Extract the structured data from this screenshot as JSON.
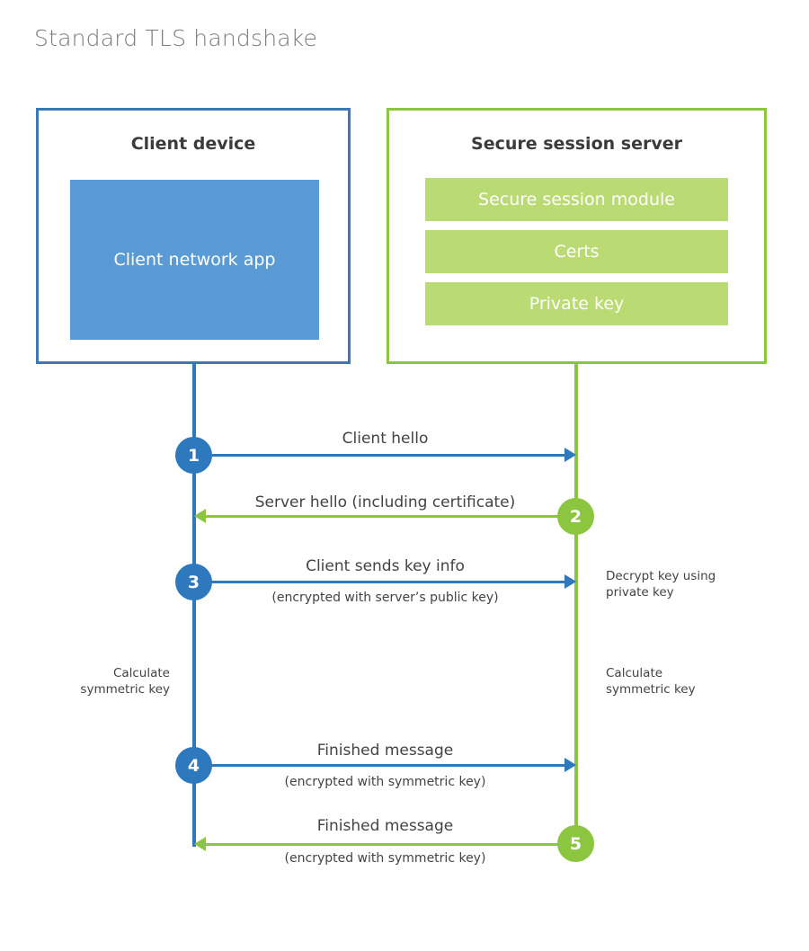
{
  "title": "Standard TLS handshake",
  "colors": {
    "client_border": "#3c78b5",
    "client_fill": "#5b9bd5",
    "client_line": "#2e79bd",
    "server_border": "#8cc641",
    "server_fill": "#bada74",
    "server_line": "#8cc641",
    "title_text": "#7a7a7a",
    "body_text": "#434343",
    "heading_text": "#3b3b3b"
  },
  "client": {
    "title": "Client device",
    "app_label": "Client network app"
  },
  "server": {
    "title": "Secure session server",
    "blocks": [
      {
        "label": "Secure session module"
      },
      {
        "label": "Certs"
      },
      {
        "label": "Private key"
      }
    ]
  },
  "steps": [
    {
      "number": "1",
      "label": "Client hello",
      "sublabel": "",
      "direction": "client-to-server",
      "color": "blue"
    },
    {
      "number": "2",
      "label": "Server hello (including certificate)",
      "sublabel": "",
      "direction": "server-to-client",
      "color": "green"
    },
    {
      "number": "3",
      "label": "Client sends key info",
      "sublabel": "(encrypted with server’s public key)",
      "direction": "client-to-server",
      "color": "blue"
    },
    {
      "number": "4",
      "label": "Finished message",
      "sublabel": "(encrypted with symmetric key)",
      "direction": "client-to-server",
      "color": "blue"
    },
    {
      "number": "5",
      "label": "Finished message",
      "sublabel": "(encrypted with symmetric key)",
      "direction": "server-to-client",
      "color": "green"
    }
  ],
  "annotations": {
    "server_decrypt": "Decrypt key using\nprivate key",
    "client_calculate": "Calculate\nsymmetric key",
    "server_calculate": "Calculate\nsymmetric key"
  }
}
